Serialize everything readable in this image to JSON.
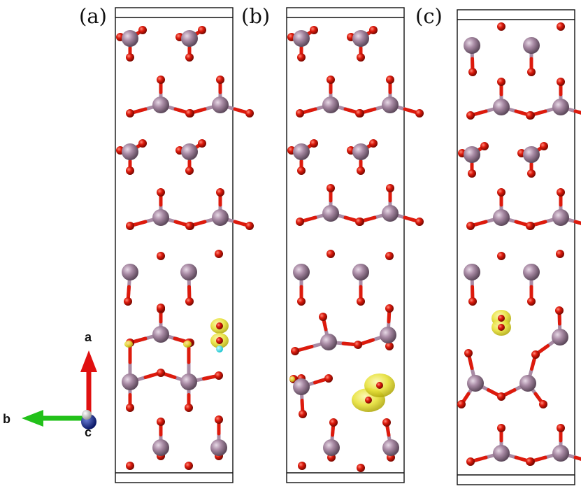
{
  "figure": {
    "panels": [
      {
        "label": "(a)"
      },
      {
        "label": "(b)"
      },
      {
        "label": "(c)"
      }
    ],
    "axes": {
      "a": "a",
      "b": "b",
      "c": "c"
    },
    "colors": {
      "large_atom": "#a88aa4",
      "small_atom": "#dd1a0c",
      "bond_large": "#a88aa4",
      "bond_small": "#dd1a0c",
      "isosurface": "#e8e23a",
      "marker_atom": "#33e0e8",
      "axis_a": "#e01010",
      "axis_b": "#22c11a",
      "axis_c": "#1a2a8a"
    }
  }
}
